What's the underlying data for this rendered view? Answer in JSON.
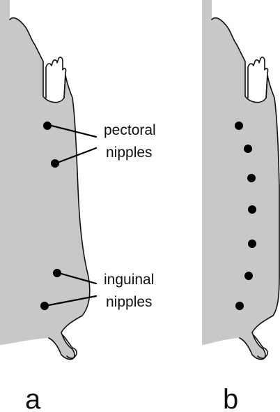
{
  "panels": [
    {
      "label": "a",
      "annotations": [
        {
          "line1": "pectoral",
          "line2": "nipples"
        },
        {
          "line1": "inguinal",
          "line2": "nipples"
        }
      ]
    },
    {
      "label": "b"
    }
  ],
  "colors": {
    "body_fill": "#c8c8c8",
    "outline": "#111111",
    "nipple": "#000000",
    "background": "#ffffff"
  }
}
